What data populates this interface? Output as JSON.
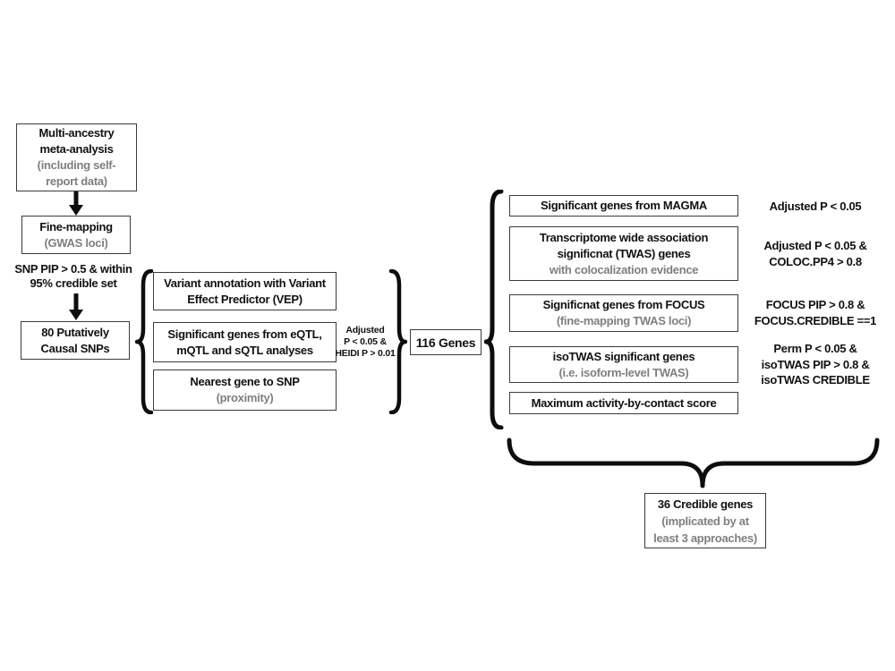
{
  "colors": {
    "background": "#ffffff",
    "box_border": "#3b3b3b",
    "text": "#111111",
    "muted_text": "#7f7f7f",
    "ink": "#0d0d0d"
  },
  "flow": {
    "meta_box": {
      "title": "Multi-ancestry\nmeta-analysis",
      "subtitle": "(including self-\nreport data)"
    },
    "finemap_box": {
      "title": "Fine-mapping",
      "subtitle": "(GWAS loci)"
    },
    "snp_filter_label": "SNP PIP > 0.5 & within\n95% credible set",
    "causal_snps_box": {
      "title": "80 Putatively\nCausal SNPs"
    }
  },
  "snp_methods": {
    "boxes": [
      {
        "title": "Variant annotation with Variant\nEffect Predictor (VEP)"
      },
      {
        "title": "Significant genes from eQTL,\nmQTL and sQTL analyses"
      },
      {
        "title": "Nearest gene to SNP",
        "subtitle": "(proximity)"
      }
    ],
    "annotation": "Adjusted\nP < 0.05 &\nHEIDI P > 0.01"
  },
  "genes_box": {
    "title": "116 Genes"
  },
  "gene_methods": {
    "items": [
      {
        "box": {
          "title": "Significant genes from MAGMA"
        },
        "annotation": "Adjusted P < 0.05"
      },
      {
        "box": {
          "title": "Transcriptome wide association\nsignificnat (TWAS) genes",
          "subtitle": "with colocalization evidence"
        },
        "annotation": "Adjusted P < 0.05 &\nCOLOC.PP4 > 0.8"
      },
      {
        "box": {
          "title": "Significnat genes from FOCUS",
          "subtitle": "(fine-mapping TWAS loci)"
        },
        "annotation": "FOCUS PIP > 0.8 &\nFOCUS.CREDIBLE ==1"
      },
      {
        "box": {
          "title": "isoTWAS significant genes",
          "subtitle": "(i.e. isoform-level TWAS)"
        },
        "annotation": "Perm P < 0.05 &\nisoTWAS PIP > 0.8 &\nisoTWAS CREDIBLE"
      },
      {
        "box": {
          "title": "Maximum activity-by-contact score"
        }
      }
    ]
  },
  "credible_box": {
    "title": "36 Credible genes",
    "subtitle": "(implicated by at\nleast 3 approaches)"
  }
}
